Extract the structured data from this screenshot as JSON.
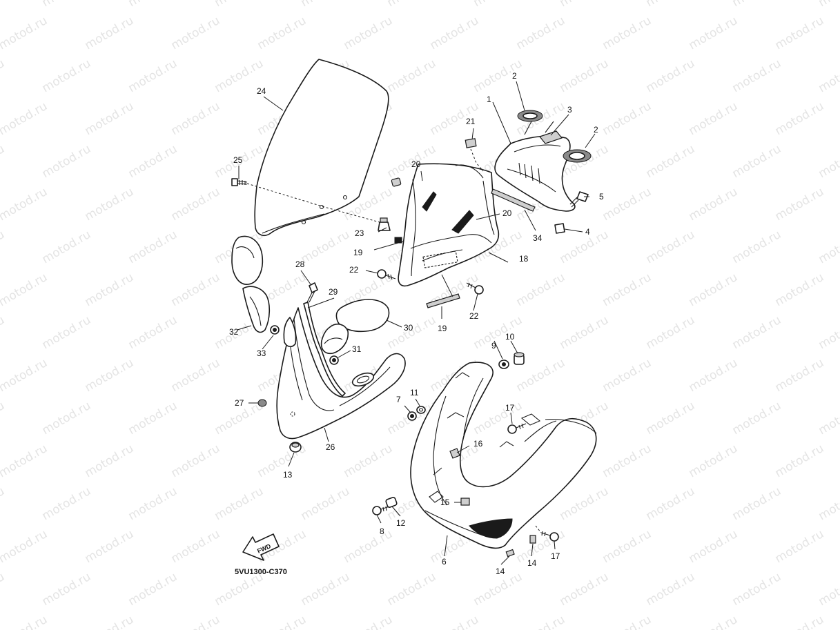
{
  "watermark": {
    "text": "motod.ru"
  },
  "diagram_code": "5VU1300-C370",
  "fwd_label": "FWD",
  "callouts": {
    "c1": "1",
    "c2a": "2",
    "c2b": "2",
    "c3": "3",
    "c4": "4",
    "c5": "5",
    "c6": "6",
    "c7": "7",
    "c8": "8",
    "c9": "9",
    "c10": "10",
    "c11": "11",
    "c12": "12",
    "c13": "13",
    "c14a": "14",
    "c14b": "14",
    "c15": "15",
    "c16": "16",
    "c17a": "17",
    "c17b": "17",
    "c18": "18",
    "c19a": "19",
    "c19b": "19",
    "c20a": "20",
    "c20b": "20",
    "c21": "21",
    "c22a": "22",
    "c22b": "22",
    "c23": "23",
    "c24": "24",
    "c25": "25",
    "c26": "26",
    "c27": "27",
    "c28": "28",
    "c29": "29",
    "c30": "30",
    "c31": "31",
    "c32": "32",
    "c33": "33",
    "c34": "34"
  }
}
